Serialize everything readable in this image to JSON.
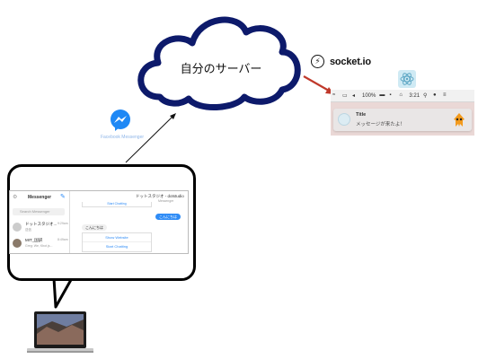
{
  "server": {
    "label": "自分のサーバー"
  },
  "socketio": {
    "label": "socket.io"
  },
  "facebook": {
    "caption": "Facebook Messenger"
  },
  "mac_menubar": {
    "battery": "100%",
    "time": "3:21"
  },
  "notification": {
    "title": "Title",
    "body": "メッセージが来たよ！"
  },
  "messenger": {
    "app_title": "Messenger",
    "search_placeholder": "Search Messenger",
    "conversations": [
      {
        "name": "ドットスタジオ...",
        "sub": "送信",
        "time": "9:29am"
      },
      {
        "name": "MIT_国訳",
        "sub": "Greg: We, Kbot.js...",
        "time": "8:49am"
      }
    ],
    "header_name": "ドットスタジオ - dotstudio",
    "header_status": "Messenger",
    "top_card_text": "Start Chatting",
    "sent_bubble": "こんにちは",
    "received_bubble": "こんにちは",
    "card_buttons": [
      "Show Website",
      "Start Chatting"
    ]
  },
  "colors": {
    "cloud_outline": "#0d1a6b",
    "arrow_red": "#c0392b",
    "messenger_blue": "#2f8cf6"
  }
}
